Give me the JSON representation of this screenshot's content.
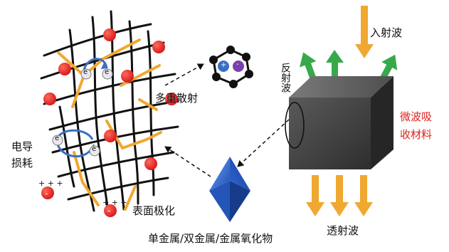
{
  "labels": {
    "incident_wave": "入射波",
    "reflected_wave": "反射波",
    "transmitted_wave": "透射波",
    "absorber_line1": "微波吸",
    "absorber_line2": "收材料",
    "multiple_scattering": "多重散射",
    "conduction_loss_line1": "电导",
    "conduction_loss_line2": "损耗",
    "surface_polarization": "表面极化",
    "caption": "单金属/双金属/金属氧化物",
    "electron": "e",
    "charge_plus": "+ + +",
    "charge_minus": "-",
    "ring_plus": "+",
    "ring_minus": "-"
  },
  "colors": {
    "accent_red": "#e0221e",
    "wave_orange": "#f0a830",
    "reflect_green": "#38a94a",
    "cube_dark": "#3d3d3d",
    "crystal_blue": "#2c63c8",
    "fiber_black": "#111111",
    "electron_blue": "#3a6fc4",
    "hole_purple": "#7a3fb0"
  }
}
